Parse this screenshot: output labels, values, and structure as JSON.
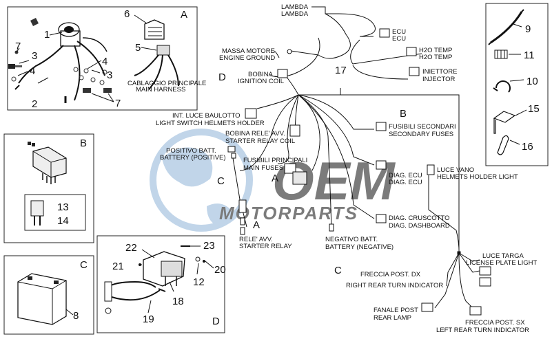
{
  "watermark": {
    "brand": "OEM",
    "sub": "MOTORPARTS",
    "color": "#8fb4d8"
  },
  "section_letters": {
    "a": "A",
    "b": "B",
    "c": "C",
    "d": "D"
  },
  "panel_a": {
    "harness_caption_1": "CABLAGGIO PRINCIPALE",
    "harness_caption_2": "MAIN HARNESS",
    "n1": "1",
    "n2": "2",
    "n3a": "3",
    "n3b": "3",
    "n4a": "4",
    "n4b": "4",
    "n5": "5",
    "n6": "6",
    "n7a": "7",
    "n7b": "7"
  },
  "panel_b": {
    "n13": "13",
    "n14": "14"
  },
  "panel_c": {
    "n8": "8"
  },
  "panel_d": {
    "n12": "12",
    "n18": "18",
    "n19": "19",
    "n20": "20",
    "n21": "21",
    "n22": "22",
    "n23": "23"
  },
  "panel_right": {
    "n9": "9",
    "n10": "10",
    "n11": "11",
    "n15": "15",
    "n16": "16"
  },
  "diagram": {
    "n17": "17",
    "lambda_1": "LAMBDA",
    "lambda_2": "LAMBDA",
    "ecu_1": "ECU",
    "ecu_2": "ECU",
    "massa_1": "MASSA MOTORE",
    "massa_2": "ENGINE GROUND",
    "h2o_1": "H2O TEMP",
    "h2o_2": "H2O TEMP",
    "iniettore_1": "INIETTORE",
    "iniettore_2": "INJECTOR",
    "bobina_1": "BOBINA",
    "bobina_2": "IGNITION COIL",
    "luce_baul_1": "INT. LUCE BAULOTTO",
    "luce_baul_2": "LIGHT SWITCH HELMETS HOLDER",
    "bobina_rele_1": "BOBINA RELE' AVV.",
    "bobina_rele_2": "STARTER RELAY COIL",
    "fus_sec_1": "FUSIBILI SECONDARI",
    "fus_sec_2": "SECONDARY FUSES",
    "pos_batt_1": "POSITIVO BATT.",
    "pos_batt_2": "BATTERY (POSITIVE)",
    "fus_pri_1": "FUSIBILI PRINCIPALI",
    "fus_pri_2": "MAIN FUSES",
    "diag_ecu_1": "DIAG. ECU",
    "diag_ecu_2": "DIAG. ECU",
    "luce_vano_1": "LUCE VANO",
    "luce_vano_2": "HELMETS HOLDER LIGHT",
    "diag_crus_1": "DIAG. CRUSCOTTO",
    "diag_crus_2": "DIAG. DASHBOARD",
    "rele_avv_1": "RELE' AVV.",
    "rele_avv_2": "STARTER RELAY",
    "neg_batt_1": "NEGATIVO BATT.",
    "neg_batt_2": "BATTERY (NEGATIVE)",
    "luce_targa_1": "LUCE TARGA",
    "luce_targa_2": "LICENSE PLATE LIGHT",
    "freccia_dx_1": "FRECCIA POST. DX",
    "freccia_dx_2": "RIGHT REAR TURN INDICATOR",
    "fanale_1": "FANALE POST",
    "fanale_2": "REAR LAMP",
    "freccia_sx_1": "FRECCIA POST. SX",
    "freccia_sx_2": "LEFT REAR TURN INDICATOR"
  }
}
